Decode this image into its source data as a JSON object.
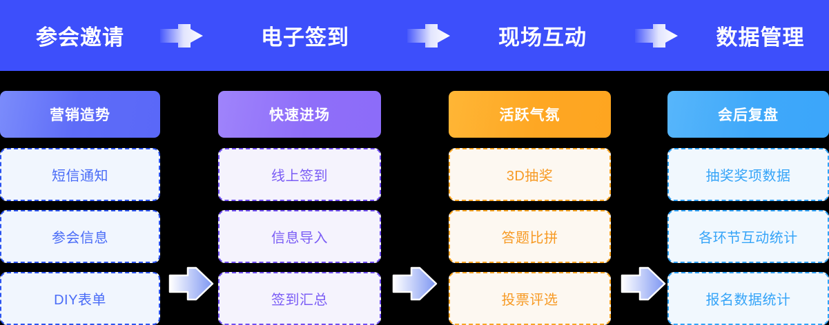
{
  "header": {
    "background_color": "#3d4ffb",
    "text_color": "#ffffff",
    "arrow_icon": "arrow-right-icon",
    "stages": [
      {
        "label": "参会邀请"
      },
      {
        "label": "电子签到"
      },
      {
        "label": "现场互动"
      },
      {
        "label": "数据管理"
      }
    ]
  },
  "flow_arrow_icon": "double-chevron-right-icon",
  "columns": [
    {
      "theme": "blue",
      "accent_color": "#5a68f8",
      "card_fill": "#f1f6fe",
      "card_text_color": "#4a6cf7",
      "head": "营销造势",
      "items": [
        {
          "label": "短信通知"
        },
        {
          "label": "参会信息"
        },
        {
          "label": "DIY表单"
        }
      ]
    },
    {
      "theme": "purple",
      "accent_color": "#8c6cf9",
      "card_fill": "#f5f3fd",
      "card_text_color": "#7a5cf5",
      "head": "快速进场",
      "items": [
        {
          "label": "线上签到"
        },
        {
          "label": "信息导入"
        },
        {
          "label": "签到汇总"
        }
      ]
    },
    {
      "theme": "orange",
      "accent_color": "#fea520",
      "card_fill": "#fdf8f1",
      "card_text_color": "#f79a24",
      "head": "活跃气氛",
      "items": [
        {
          "label": "3D抽奖"
        },
        {
          "label": "答题比拼"
        },
        {
          "label": "投票评选"
        }
      ]
    },
    {
      "theme": "cyan",
      "accent_color": "#3ba6fa",
      "card_fill": "#f1f8fe",
      "card_text_color": "#35a4f8",
      "head": "会后复盘",
      "items": [
        {
          "label": "抽奖奖项数据"
        },
        {
          "label": "各环节互动统计"
        },
        {
          "label": "报名数据统计"
        }
      ]
    }
  ]
}
